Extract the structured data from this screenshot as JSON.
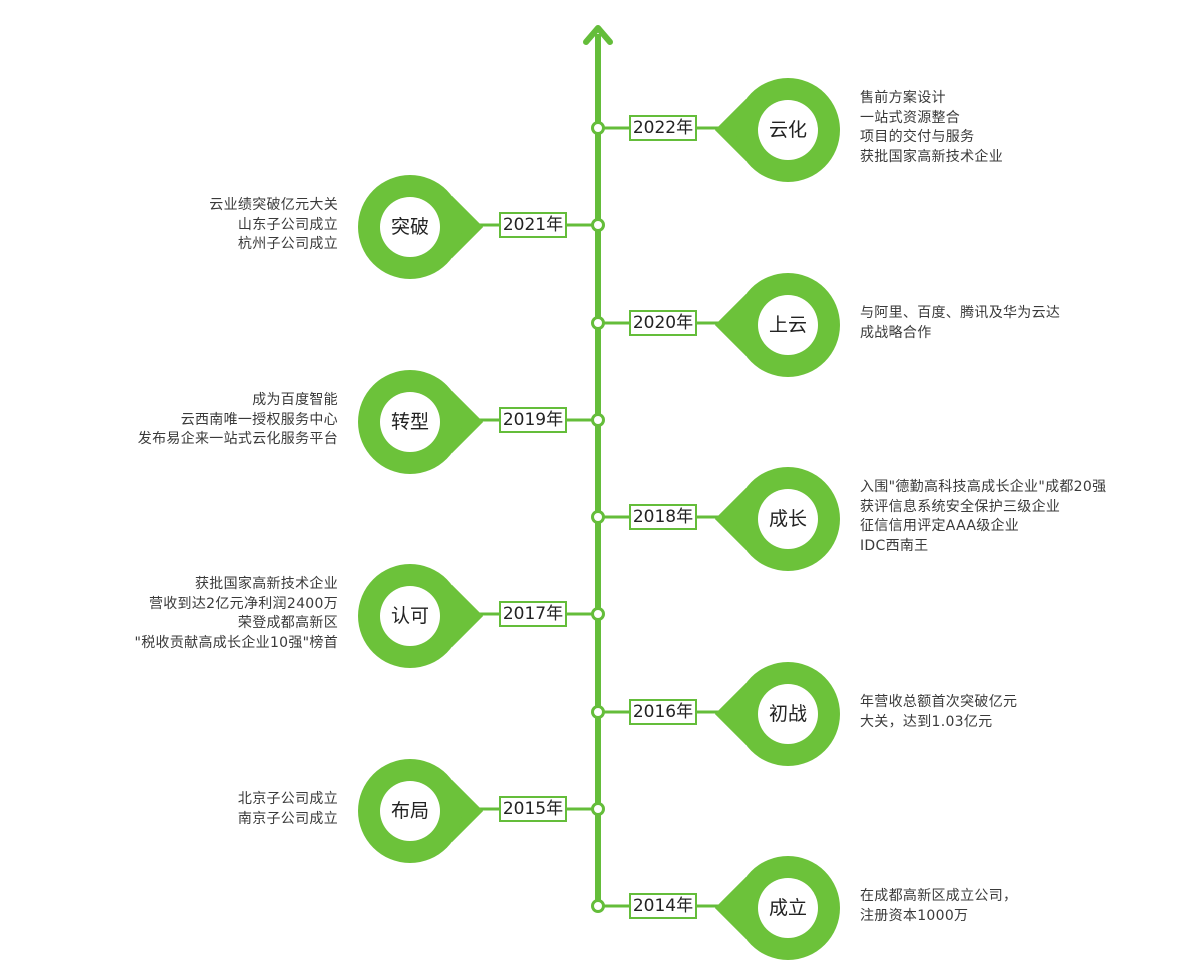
{
  "colors": {
    "accent": "#6cc23a",
    "line": "#64bd3a",
    "text": "#3a3a3a"
  },
  "events": [
    {
      "year": "2022年",
      "title": "云化",
      "side": "right",
      "lines": [
        "售前方案设计",
        "一站式资源整合",
        "项目的交付与服务",
        "获批国家高新技术企业"
      ]
    },
    {
      "year": "2021年",
      "title": "突破",
      "side": "left",
      "lines": [
        "云业绩突破亿元大关",
        "山东子公司成立",
        "杭州子公司成立"
      ]
    },
    {
      "year": "2020年",
      "title": "上云",
      "side": "right",
      "lines": [
        "与阿里、百度、腾讯及华为云达",
        "成战略合作"
      ]
    },
    {
      "year": "2019年",
      "title": "转型",
      "side": "left",
      "lines": [
        "成为百度智能",
        "云西南唯一授权服务中心",
        "发布易企来一站式云化服务平台"
      ]
    },
    {
      "year": "2018年",
      "title": "成长",
      "side": "right",
      "lines": [
        "入围\"德勤高科技高成长企业\"成都20强",
        "获评信息系统安全保护三级企业",
        "征信信用评定AAA级企业",
        "IDC西南王"
      ]
    },
    {
      "year": "2017年",
      "title": "认可",
      "side": "left",
      "lines": [
        "获批国家高新技术企业",
        "营收到达2亿元净利润2400万",
        "荣登成都高新区",
        "\"税收贡献高成长企业10强\"榜首"
      ]
    },
    {
      "year": "2016年",
      "title": "初战",
      "side": "right",
      "lines": [
        "年营收总额首次突破亿元",
        "大关，达到1.03亿元"
      ]
    },
    {
      "year": "2015年",
      "title": "布局",
      "side": "left",
      "lines": [
        "北京子公司成立",
        "南京子公司成立"
      ]
    },
    {
      "year": "2014年",
      "title": "成立",
      "side": "right",
      "lines": [
        "在成都高新区成立公司，",
        "注册资本1000万"
      ]
    }
  ]
}
